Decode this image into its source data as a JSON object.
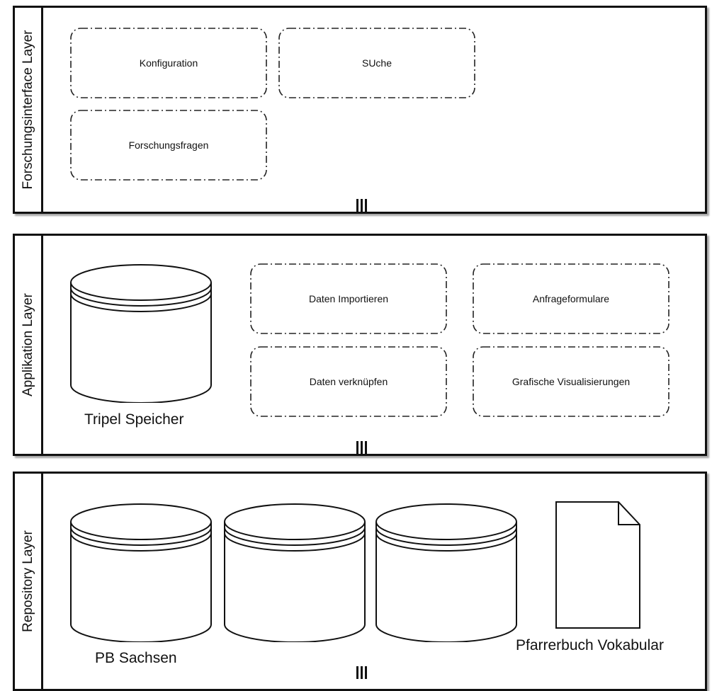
{
  "layers": {
    "research": {
      "title": "Forschungsinterface  Layer",
      "boxes": [
        "Konfiguration",
        "SUche",
        "Forschungsfragen"
      ]
    },
    "application": {
      "title": "Applikation Layer",
      "store_label": "Tripel Speicher",
      "boxes": [
        "Daten Importieren",
        "Anfrageformulare",
        "Daten verknüpfen",
        "Grafische Visualisierungen"
      ]
    },
    "repository": {
      "title": "Repository Layer",
      "db1_label": "PB Sachsen",
      "doc_label": "Pfarrerbuch Vokabular"
    }
  },
  "icons": {
    "database": "database-icon",
    "document": "document-icon",
    "connector": "connector-icon"
  },
  "colors": {
    "stroke": "#111111",
    "background": "#ffffff"
  }
}
